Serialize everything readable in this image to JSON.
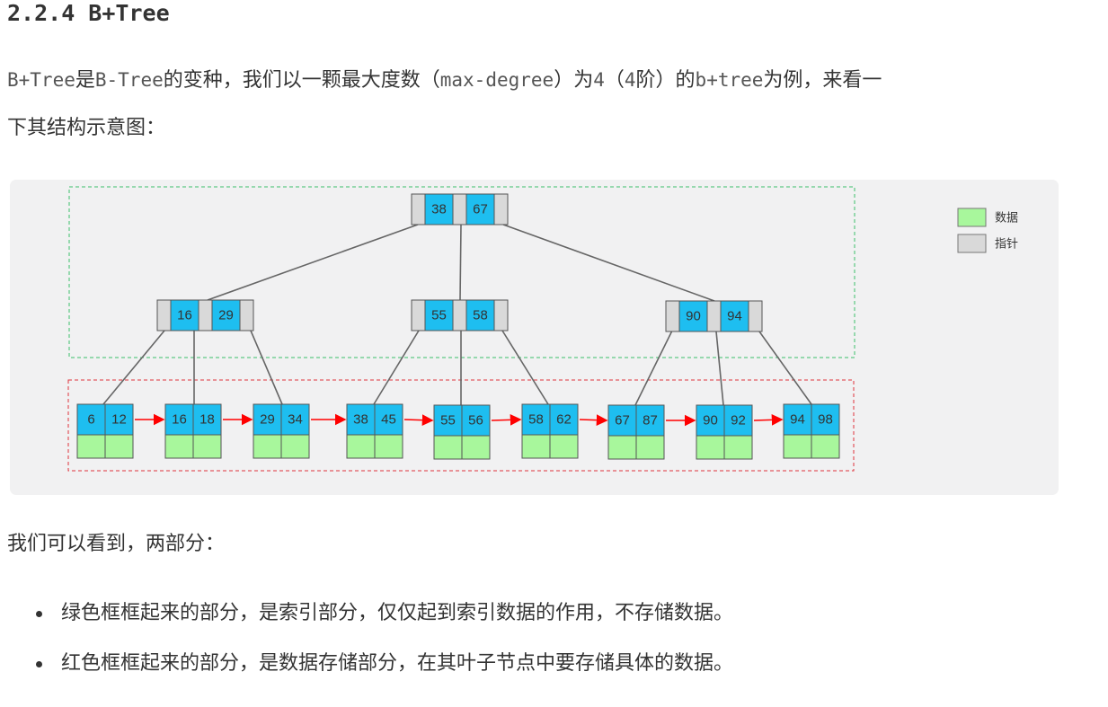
{
  "heading": "2.2.4 B+Tree",
  "intro": {
    "code1": "B+Tree",
    "text1": "是",
    "code2": "B-Tree",
    "text2": "的变种，我们以一颗最大度数（",
    "code3": "max-degree",
    "text3": "）为",
    "code4": "4",
    "text4": "（",
    "code5": "4",
    "text5": "阶）的",
    "code6": "b+tree",
    "text6": "为例，来看一",
    "line2": "下其结构示意图："
  },
  "diagram": {
    "legend": {
      "data": "数据",
      "pointer": "指针"
    },
    "colors": {
      "key_fill": "#1ebef0",
      "data_fill": "#a8f79c",
      "pointer_fill": "#d9d9d9",
      "index_border": "#3cbf6a",
      "leaf_border": "#e0343c",
      "link_arrow": "#ff0000",
      "edge": "#666666"
    },
    "root": {
      "keys": [
        "38",
        "67"
      ]
    },
    "internal": [
      {
        "keys": [
          "16",
          "29"
        ]
      },
      {
        "keys": [
          "55",
          "58"
        ]
      },
      {
        "keys": [
          "90",
          "94"
        ]
      }
    ],
    "leaves": [
      {
        "keys": [
          "6",
          "12"
        ]
      },
      {
        "keys": [
          "16",
          "18"
        ]
      },
      {
        "keys": [
          "29",
          "34"
        ]
      },
      {
        "keys": [
          "38",
          "45"
        ]
      },
      {
        "keys": [
          "55",
          "56"
        ]
      },
      {
        "keys": [
          "58",
          "62"
        ]
      },
      {
        "keys": [
          "67",
          "87"
        ]
      },
      {
        "keys": [
          "90",
          "92"
        ]
      },
      {
        "keys": [
          "94",
          "98"
        ]
      }
    ]
  },
  "summary": "我们可以看到，两部分：",
  "bullets": [
    "绿色框框起来的部分，是索引部分，仅仅起到索引数据的作用，不存储数据。",
    "红色框框起来的部分，是数据存储部分，在其叶子节点中要存储具体的数据。"
  ]
}
